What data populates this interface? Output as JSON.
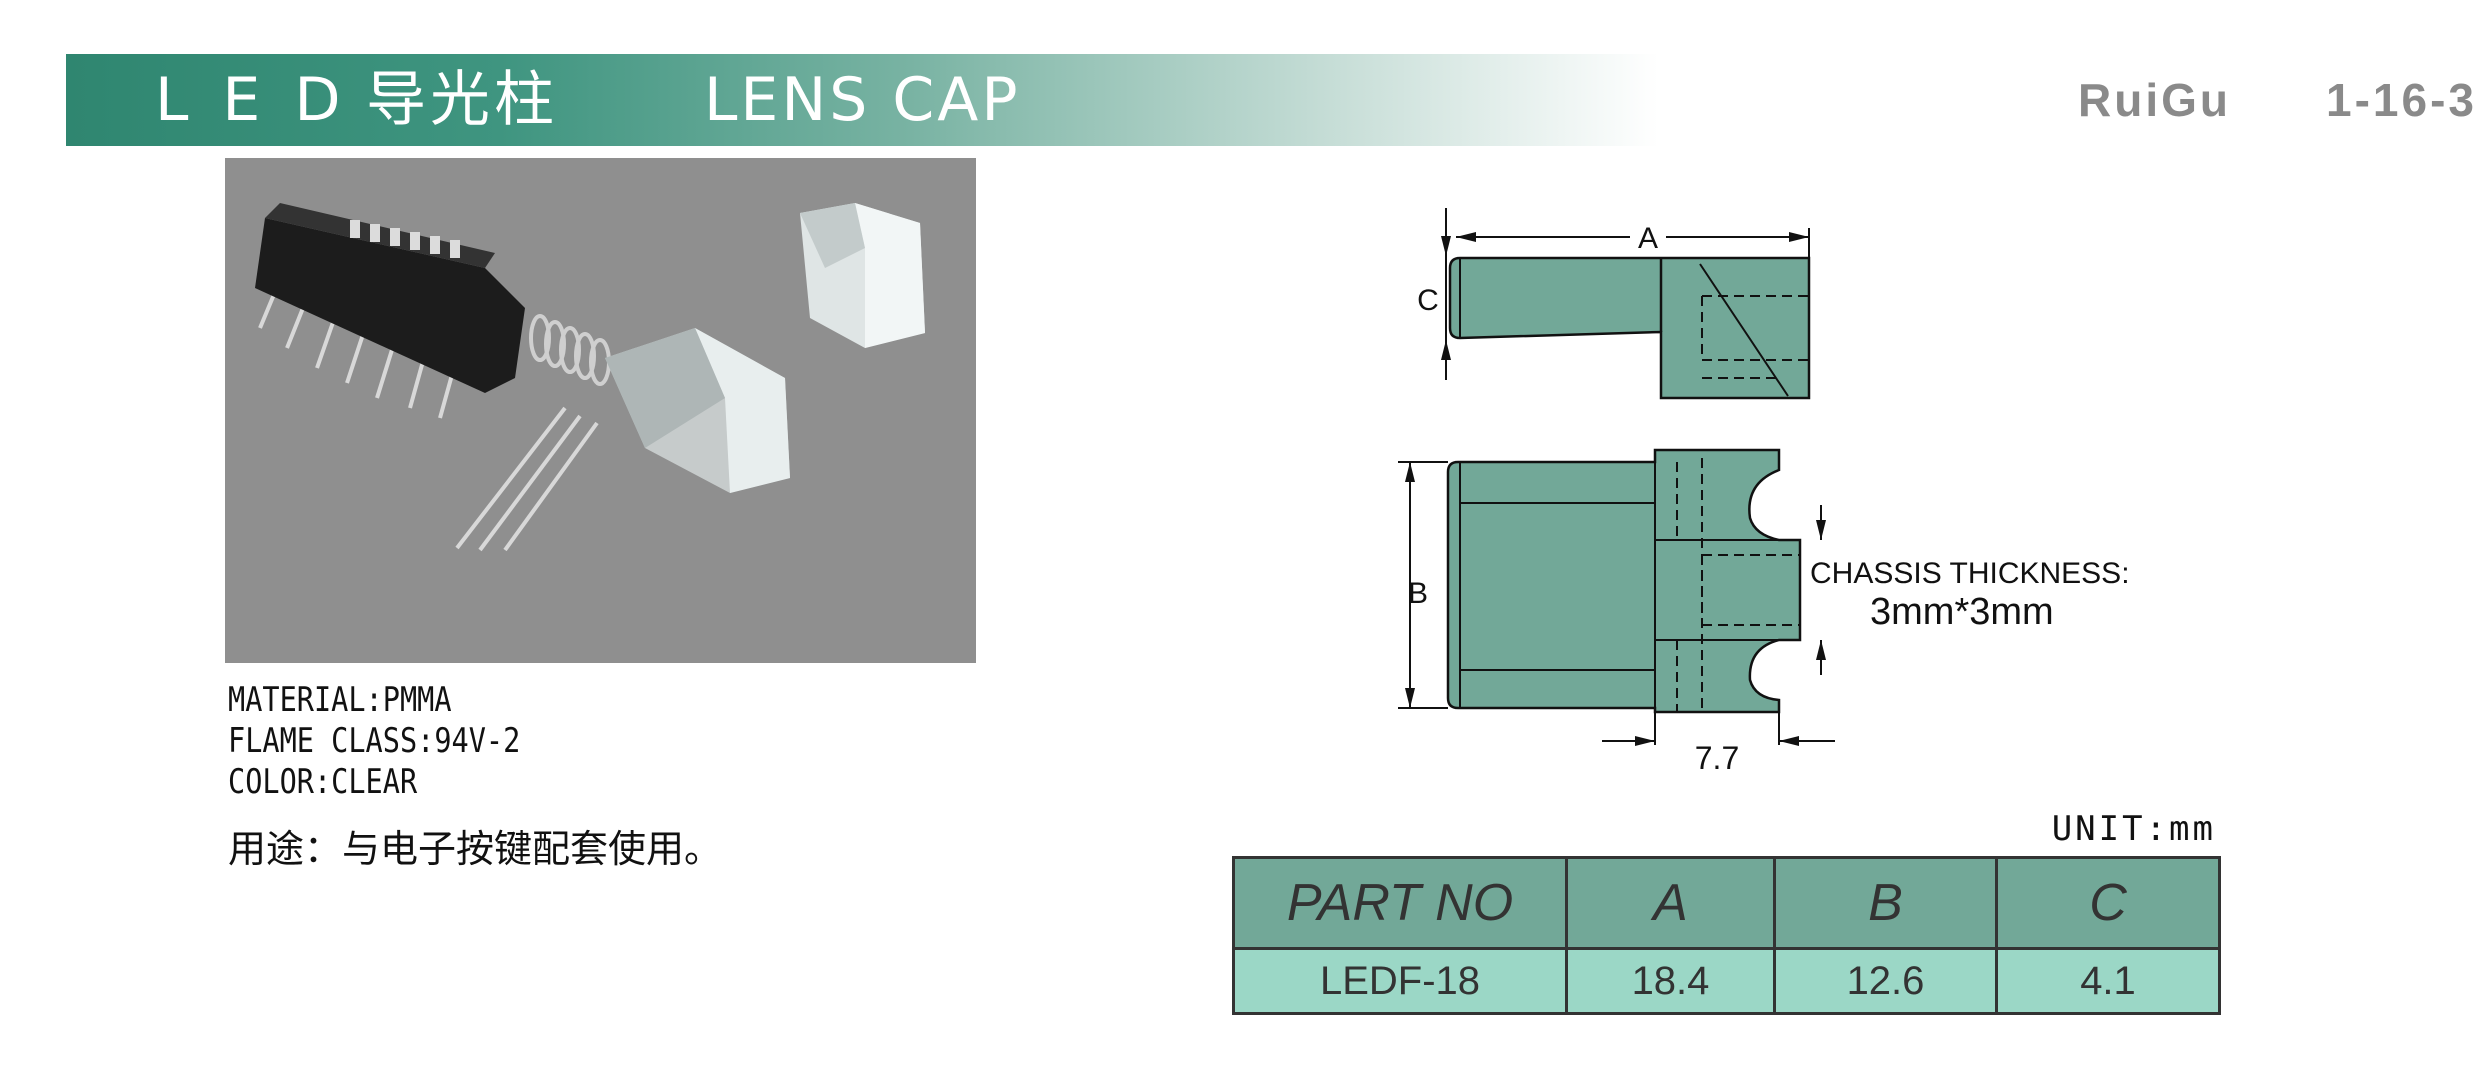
{
  "header": {
    "title_led": "LED",
    "title_cn": "导光柱",
    "title_en": "LENS CAP",
    "brand": "RuiGu",
    "page_number": "1-16-3"
  },
  "specs": {
    "material": "MATERIAL:PMMA",
    "flame_class": "FLAME CLASS:94V-2",
    "color": "COLOR:CLEAR",
    "usage": "用途：与电子按键配套使用。"
  },
  "drawing": {
    "dim_a": "A",
    "dim_b": "B",
    "dim_c": "C",
    "dim_77": "7.7",
    "chassis_label": "CHASSIS THICKNESS:",
    "chassis_value": "3mm*3mm",
    "fill_color": "#72a898"
  },
  "table": {
    "unit": "UNIT:mm",
    "headers": [
      "PART NO",
      "A",
      "B",
      "C"
    ],
    "rows": [
      [
        "LEDF-18",
        "18.4",
        "12.6",
        "4.1"
      ]
    ]
  }
}
